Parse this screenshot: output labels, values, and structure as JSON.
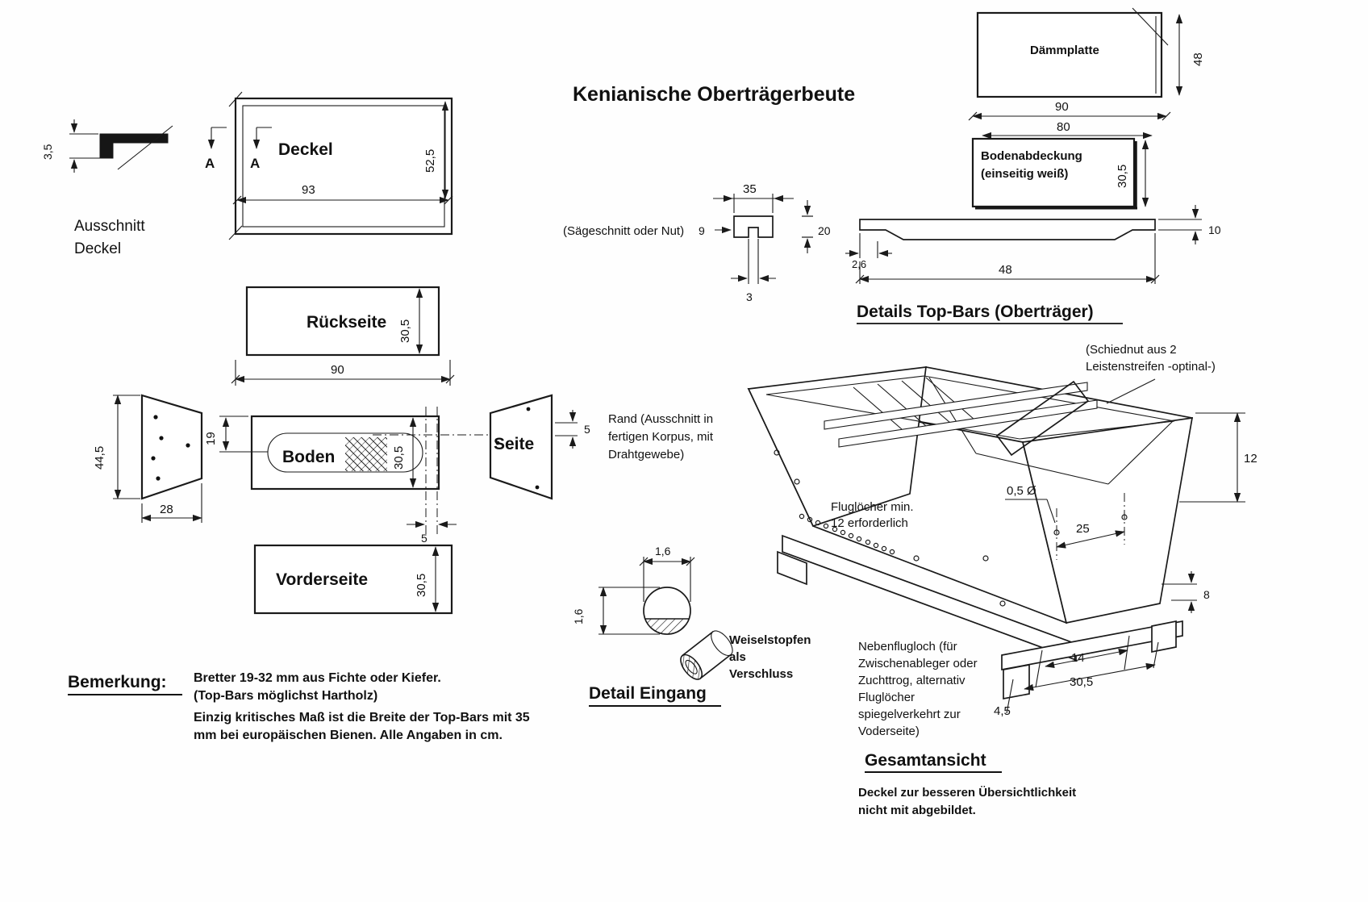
{
  "title": "Kenianische Oberträgerbeute",
  "parts": {
    "deckel": "Deckel",
    "rueckseite": "Rückseite",
    "boden": "Boden",
    "seite": "Seite",
    "vorderseite": "Vorderseite",
    "daemmplatte": "Dämmplatte",
    "bodenabdeckung": [
      "Bodenabdeckung",
      "(einseitig weiß)"
    ]
  },
  "headings": {
    "ausschnitt_deckel": [
      "Ausschnitt",
      "Deckel"
    ],
    "details_topbars": "Details Top-Bars (Oberträger)",
    "detail_eingang": "Detail Eingang",
    "gesamtansicht": "Gesamtansicht",
    "bemerkung": "Bemerkung:"
  },
  "annotations": {
    "section_marker": "A",
    "saegeschnitt": "(Sägeschnitt oder Nut)",
    "rand": [
      "Rand (Ausschnitt in",
      "fertigen Korpus, mit",
      "Drahtgewebe)"
    ],
    "schiednut": [
      "(Schiednut aus 2",
      "Leistenstreifen -optinal-)"
    ],
    "flugloecher": [
      "Fluglöcher min.",
      "12 erforderlich"
    ],
    "nebenflugloch": [
      "Nebenflugloch (für",
      "Zwischenableger oder",
      "Zuchttrog, alternativ",
      "Fluglöcher",
      "spiegelverkehrt zur",
      "Voderseite)"
    ],
    "weiselstopfen": [
      "Weiselstopfen",
      "als",
      "Verschluss"
    ],
    "gesamtansicht_note": [
      "Deckel zur besseren Übersichtlichkeit",
      "nicht mit abgebildet."
    ],
    "bemerkung_text": [
      "Bretter 19-32 mm aus Fichte oder Kiefer.",
      "(Top-Bars möglichst Hartholz)",
      "Einzig kritisches Maß ist die Breite der Top-Bars mit 35",
      "mm bei europäischen Bienen. Alle Angaben in cm."
    ]
  },
  "dimensions": {
    "profil_hoehe": "3,5",
    "deckel_breite": "93",
    "deckel_tiefe": "52,5",
    "rueckseite_hoehe": "30,5",
    "korpus_breite": "90",
    "endpanel_hoehe": "44,5",
    "endpanel_unterkante": "28",
    "boden_randabstand": "19",
    "boden_hoehe": "30,5",
    "boden_schlitz": "5",
    "seite_staerke": "5",
    "vorderseite_hoehe": "30,5",
    "daemmplatte_dicke": "48",
    "daemmplatte_breite": "90",
    "daemmplatte_innen": "80",
    "bodenabdeckung_hoehe": "30,5",
    "topbar_breite": "35",
    "topbar_falz": "9",
    "topbar_hoehe": "20",
    "saegeschnitt_breite": "3",
    "topbar_auflage": "2,6",
    "topbar_laenge": "48",
    "topbar_enddicke": "10",
    "oberkante": "12",
    "flugloch_durchmesser": "0,5 Ø",
    "flugloch_abstand": "25",
    "bodenleiste": "8",
    "fuss_breite": "14",
    "fuss_laenge": "30,5",
    "fuss_hoehe": "4,5",
    "eingang_breite": "1,6",
    "eingang_hoehe": "1,6"
  }
}
